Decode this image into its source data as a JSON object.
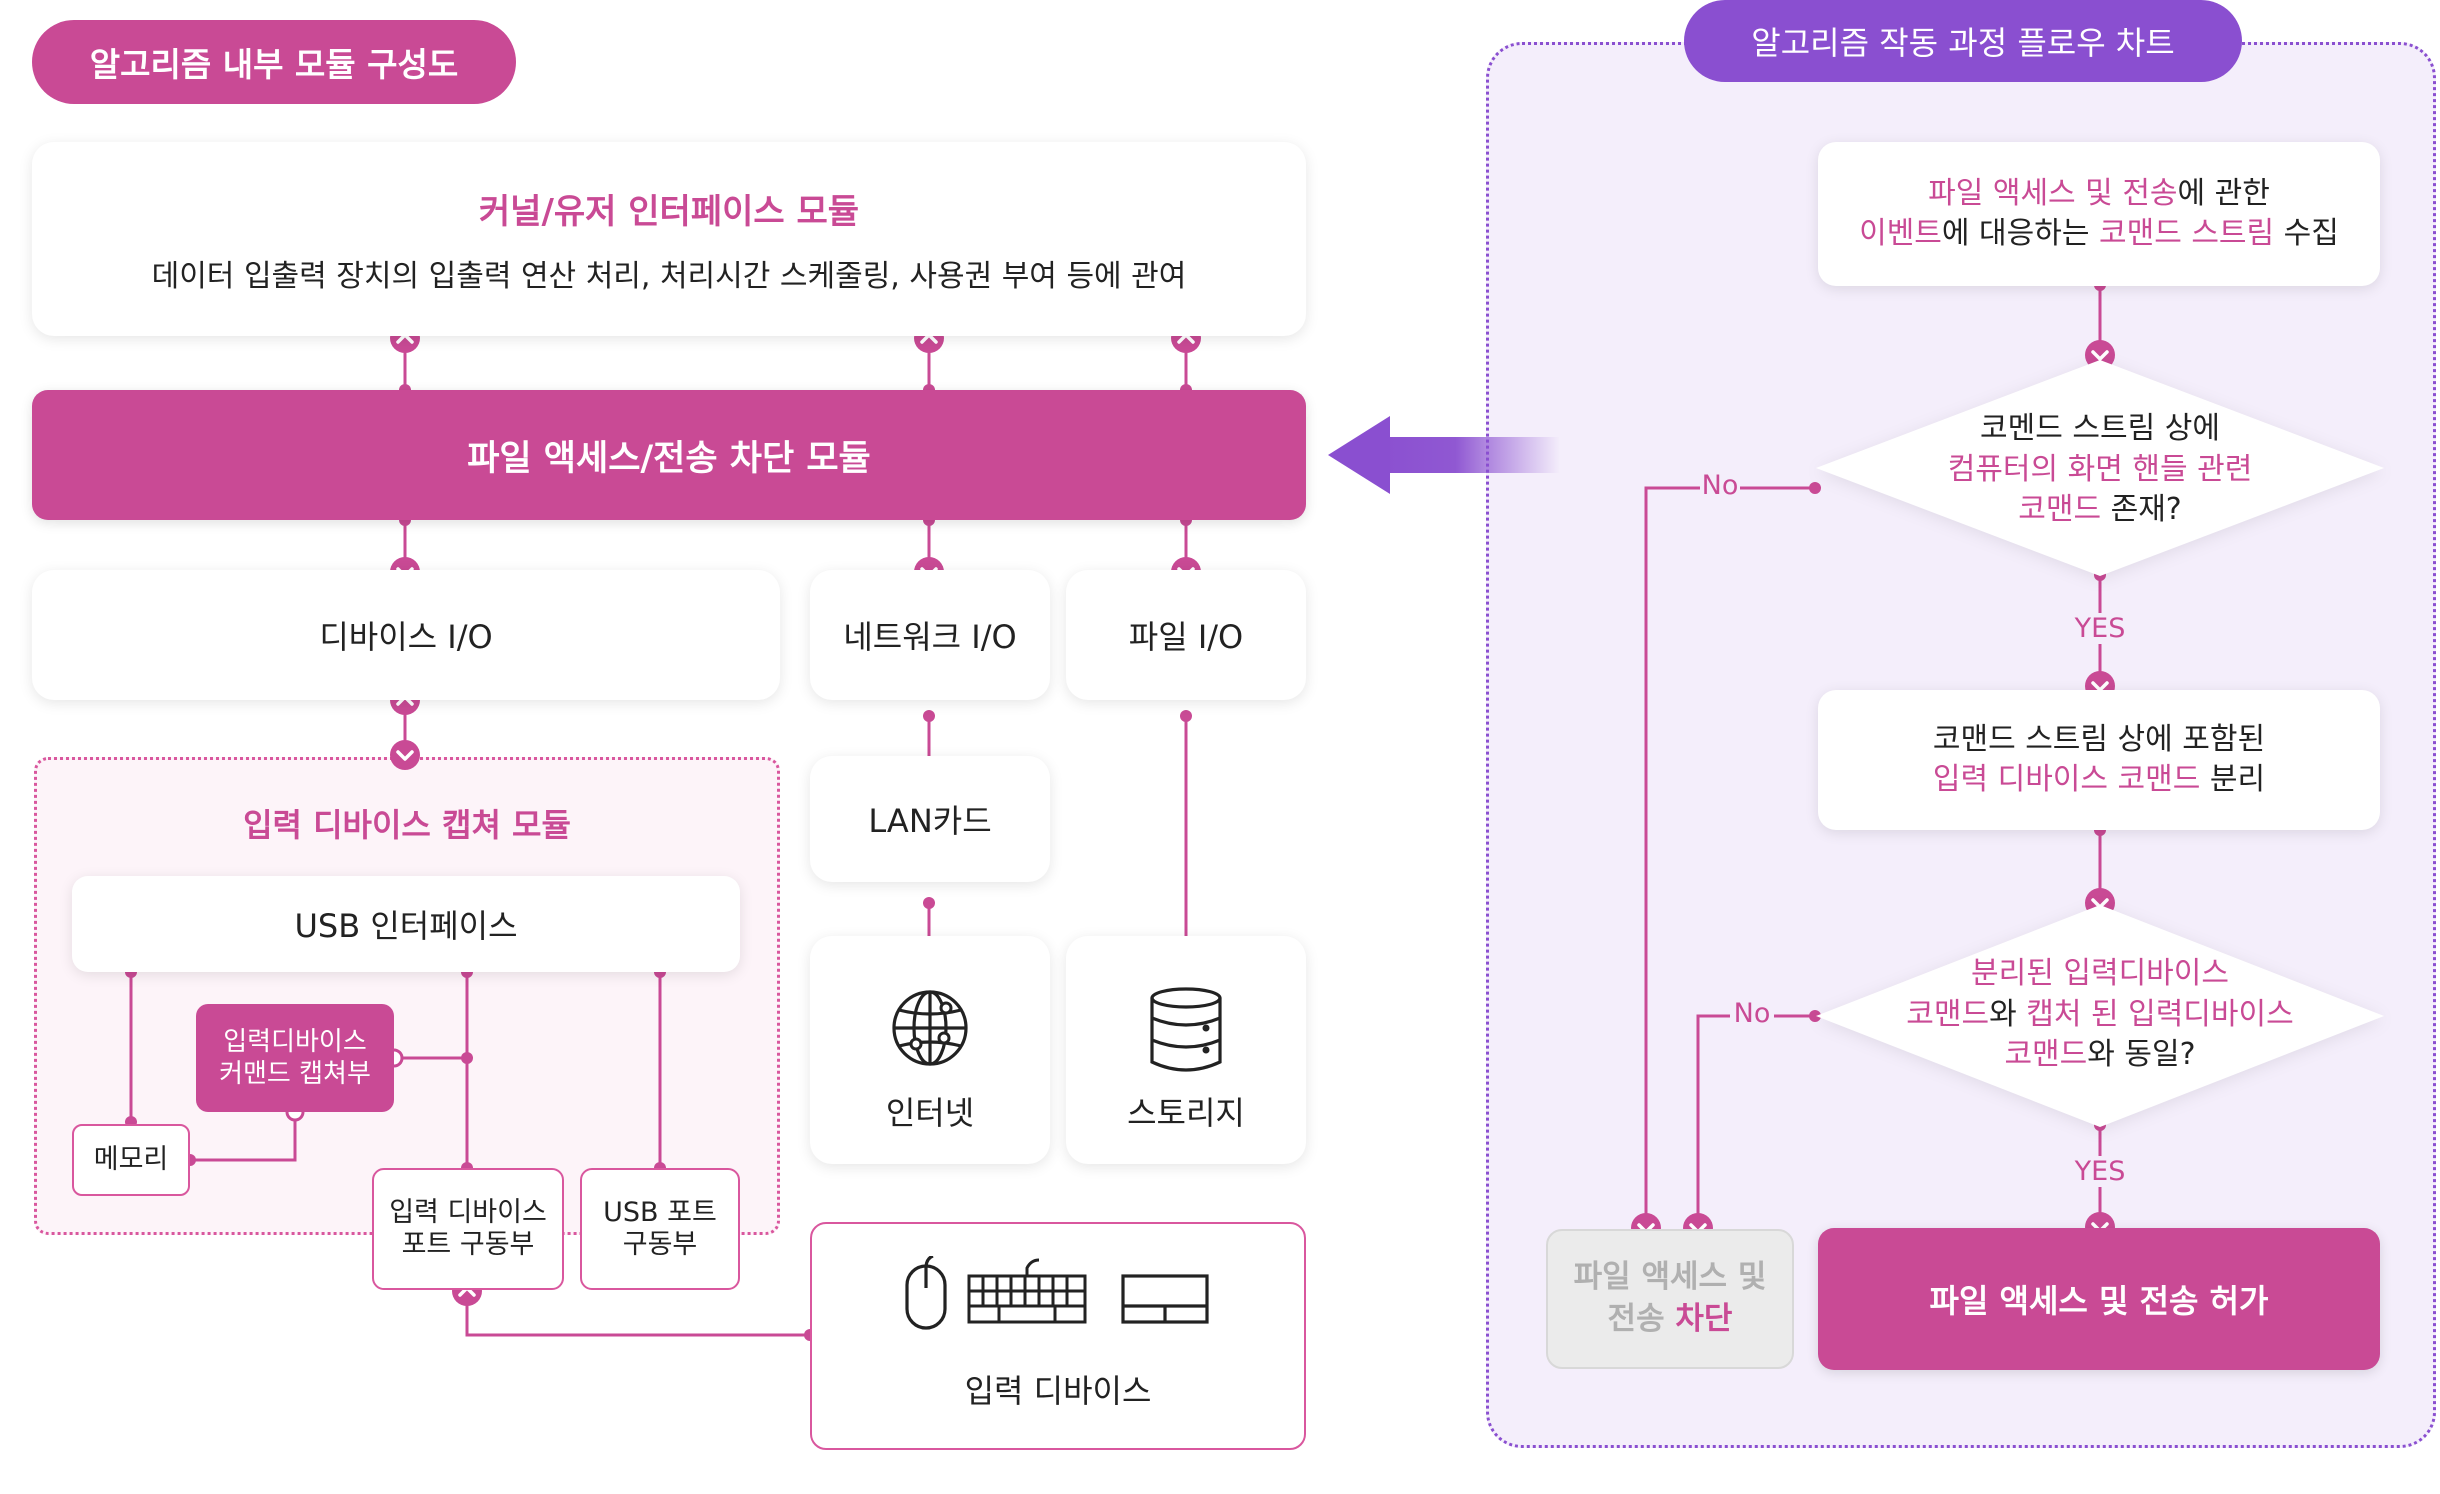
{
  "left_panel": {
    "title": "알고리즘 내부 모듈 구성도",
    "kernel": {
      "title": "커널/유저 인터페이스 모듈",
      "desc": "데이터 입출력 장치의 입출력 연산 처리, 처리시간 스케줄링, 사용권 부여 등에 관여"
    },
    "block_module": "파일 액세스/전송 차단 모듈",
    "io": {
      "device": "디바이스 I/O",
      "network": "네트워크 I/O",
      "file": "파일 I/O"
    },
    "capture": {
      "title": "입력 디바이스 캡쳐 모듈",
      "usb_interface": "USB 인터페이스",
      "capture_part_line1": "입력디바이스",
      "capture_part_line2": "커맨드 캡쳐부",
      "memory": "메모리",
      "port_driver_line1": "입력 디바이스",
      "port_driver_line2": "포트 구동부",
      "usb_port_line1": "USB 포트",
      "usb_port_line2": "구동부"
    },
    "lan": "LAN카드",
    "internet": "인터넷",
    "storage": "스토리지",
    "input_device": "입력 디바이스"
  },
  "right_panel": {
    "title": "알고리즘 작동 과정 플로우 차트",
    "step1": {
      "l1_mag": "파일 액세스 및 전송",
      "l1_rest": "에 관한",
      "l2_mag1": "이벤트",
      "l2_mid": "에 대응하는 ",
      "l2_mag2": "코맨드 스트림",
      "l2_rest": " 수집"
    },
    "decision1": {
      "l1": "코멘드 스트림 상에",
      "l2_mag": "컴퓨터의 화면 핸들 관련",
      "l3_mag": "코맨드",
      "l3_rest": " 존재?"
    },
    "step2": {
      "l1": "코맨드 스트림 상에 포함된",
      "l2_mag": "입력 디바이스 코맨드",
      "l2_rest": " 분리"
    },
    "decision2": {
      "l1_mag": "분리된 입력디바이스",
      "l2_mag1": "코맨드",
      "l2_mid": "와 ",
      "l2_mag2": "캡처 된 입력디바이스",
      "l3_mag": "코맨드",
      "l3_rest": "와 동일?"
    },
    "block": {
      "l1": "파일 액세스 및",
      "l2_a": "전송 ",
      "l2_b": "차단"
    },
    "allow": "파일 액세스 및 전송 허가",
    "no": "No",
    "yes": "YES"
  },
  "colors": {
    "magenta": "#c94a95",
    "purple": "#8a4fd0",
    "panel_bg": "#f4eefb"
  }
}
